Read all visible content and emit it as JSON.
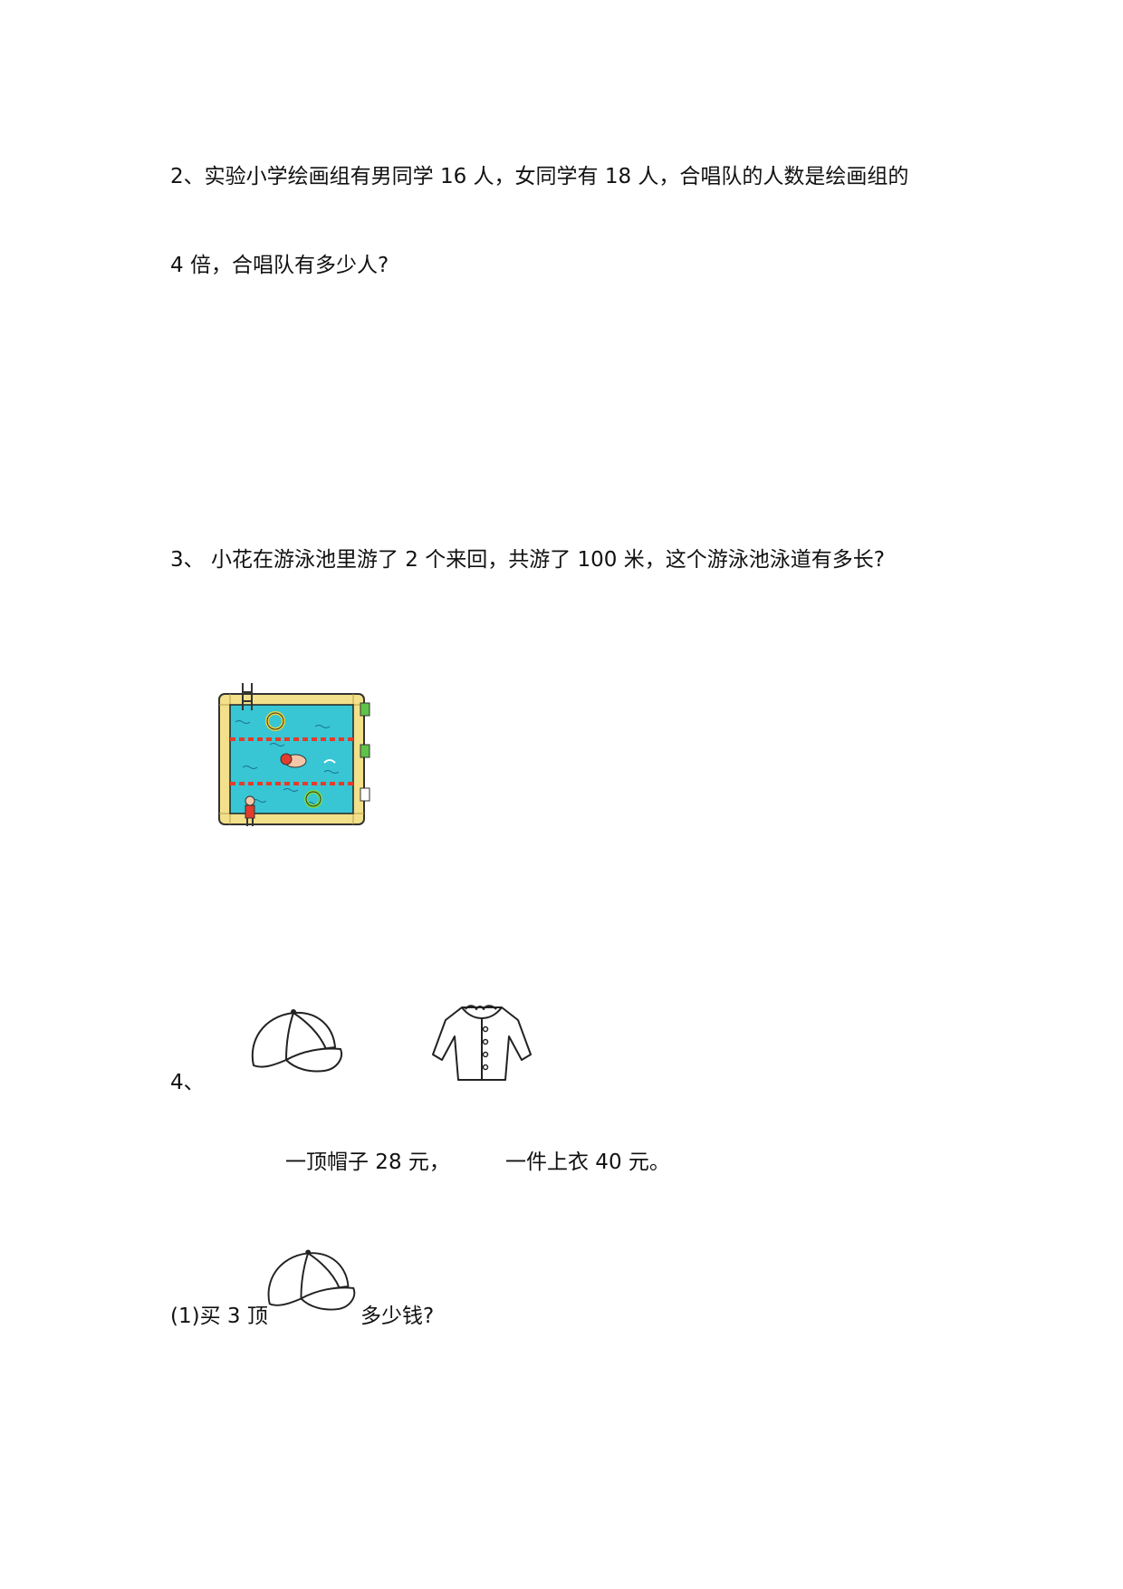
{
  "q2": {
    "line1": "2、实验小学绘画组有男同学 16 人，女同学有 18 人，合唱队的人数是绘画组的",
    "line2": "4 倍，合唱队有多少人?"
  },
  "q3": {
    "text": "3、 小花在游泳池里游了 2 个来回，共游了 100 米，这个游泳池泳道有多长?",
    "image_icon": "swimming-pool-illustration"
  },
  "q4": {
    "number": "4、",
    "price_cap": "一顶帽子 28 元，",
    "price_shirt": "一件上衣 40 元。",
    "sub1_prefix": "(1)买 3 顶",
    "sub1_suffix": "多少钱?",
    "cap_icon": "baseball-cap-drawing",
    "shirt_icon": "jacket-drawing"
  }
}
